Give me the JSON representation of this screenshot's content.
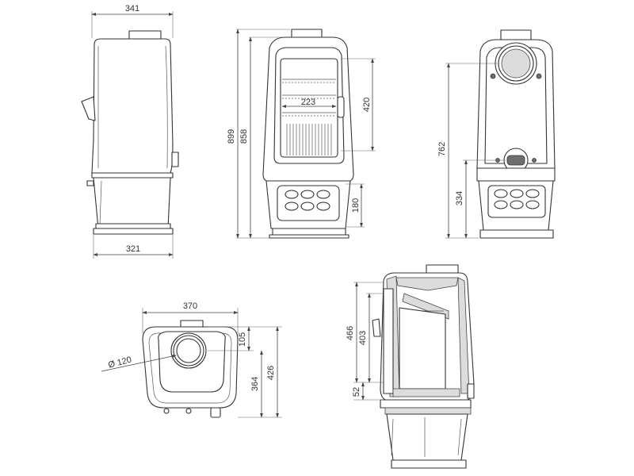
{
  "dimensions": {
    "side_top_width": "341",
    "side_base_width": "321",
    "front_total_height": "899",
    "front_body_height": "858",
    "front_glass_height": "420",
    "front_opening_width": "223",
    "front_lower_height": "180",
    "back_outlet_height": "762",
    "back_inlet_height": "334",
    "top_width": "370",
    "top_flue_diameter": "Ø 120",
    "top_flue_offset": "105",
    "top_depth_flue": "364",
    "top_depth_total": "426",
    "section_height_466": "466",
    "section_height_403": "403",
    "section_height_52": "52"
  },
  "colors": {
    "line": "#333333",
    "fill_grey": "#dcdcdc",
    "fill_dark": "#6e6e6e"
  }
}
